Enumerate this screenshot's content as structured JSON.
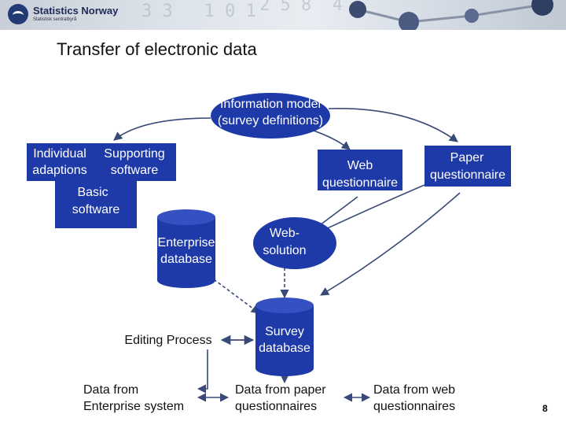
{
  "header": {
    "org_name": "Statistics Norway",
    "org_subtitle": "Statistisk sentralbyrå"
  },
  "slide": {
    "title": "Transfer of electronic data",
    "page_number": "8"
  },
  "nodes": {
    "info_model": {
      "line1": "Information model",
      "line2": "(survey definitions)"
    },
    "individual": {
      "line1": "Individual",
      "line2": "adaptions"
    },
    "supporting": {
      "line1": "Supporting",
      "line2": "software"
    },
    "basic": {
      "line1": "Basic",
      "line2": "software"
    },
    "web_questionnaire": {
      "line1": "Web",
      "line2": "questionnaire"
    },
    "paper_questionnaire": {
      "line1": "Paper",
      "line2": "questionnaire"
    },
    "enterprise_db": {
      "line1": "Enterprise",
      "line2": "database"
    },
    "web_solution": {
      "line1": "Web-",
      "line2": "solution"
    },
    "survey_db": {
      "line1": "Survey",
      "line2": "database"
    },
    "editing": {
      "text": "Editing Process"
    },
    "data_enterprise": {
      "line1": "Data from",
      "line2": "Enterprise system"
    },
    "data_paper": {
      "line1": "Data from paper",
      "line2": "questionnaires"
    },
    "data_web": {
      "line1": "Data from web",
      "line2": "questionnaires"
    }
  },
  "colors": {
    "node_fill": "#1e3aa8",
    "arrow": "#3a4a78",
    "banner": "#dde3ea"
  }
}
